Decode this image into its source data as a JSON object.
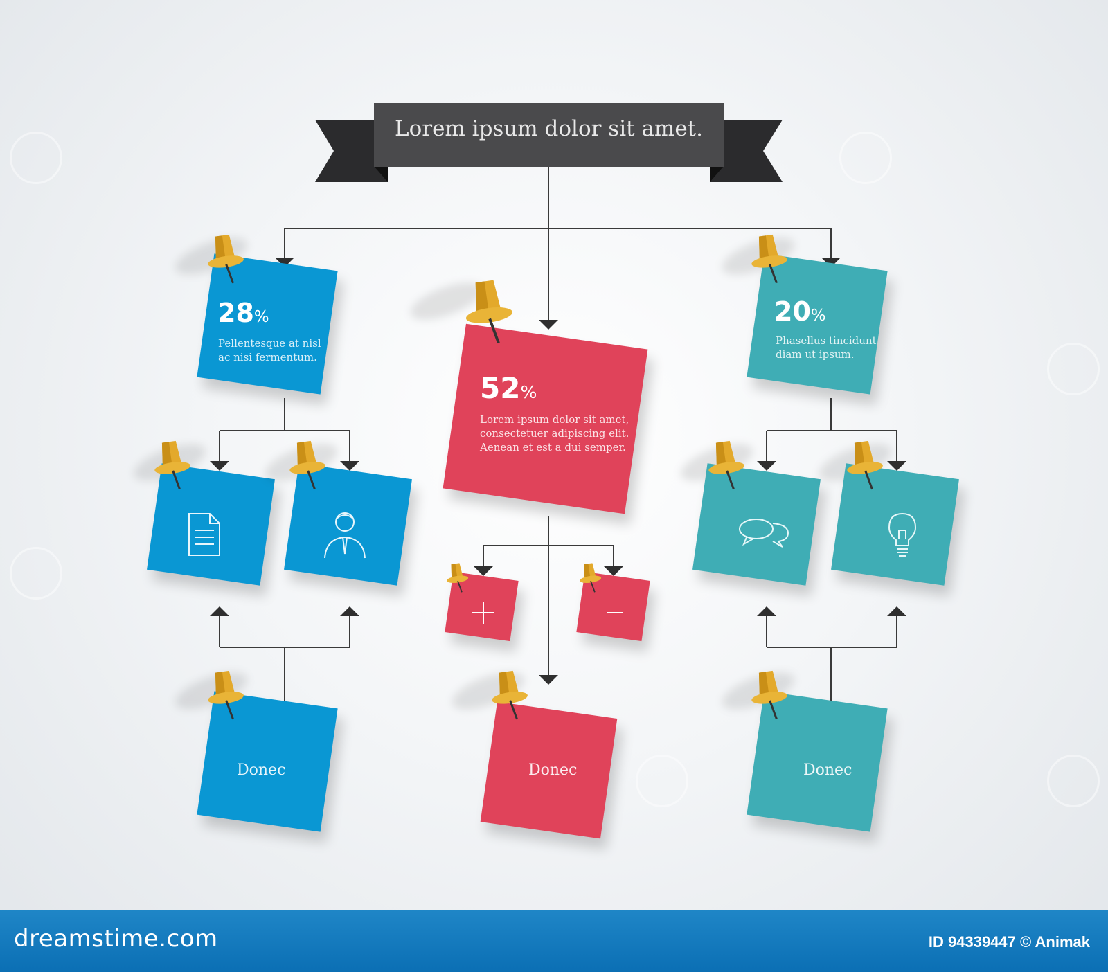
{
  "banner": {
    "title": "Lorem ipsum dolor sit amet."
  },
  "colors": {
    "blue": "#0a97d3",
    "red": "#e0435a",
    "teal": "#3fadb5",
    "banner": "#4a4a4c",
    "pin": "#e3a92b",
    "footer": "#0b6fb4"
  },
  "left": {
    "percent": "28",
    "percent_sign": "%",
    "text_line1": "Pellentesque at nisl",
    "text_line2": "ac nisi fermentum.",
    "children_icons": [
      "document-icon",
      "businessman-icon"
    ],
    "bottom_label": "Donec"
  },
  "center": {
    "percent": "52",
    "percent_sign": "%",
    "text_line1": "Lorem ipsum dolor sit amet,",
    "text_line2": "consectetuer adipiscing elit.",
    "text_line3": "Aenean et est a dui semper.",
    "children_icons": [
      "plus-icon",
      "minus-icon"
    ],
    "bottom_label": "Donec"
  },
  "right": {
    "percent": "20",
    "percent_sign": "%",
    "text_line1": "Phasellus tincidunt",
    "text_line2": "diam ut ipsum.",
    "children_icons": [
      "speech-bubbles-icon",
      "lightbulb-icon"
    ],
    "bottom_label": "Donec"
  },
  "footer": {
    "brand": "dreamstime.com",
    "credit": "ID 94339447 © Animak"
  }
}
